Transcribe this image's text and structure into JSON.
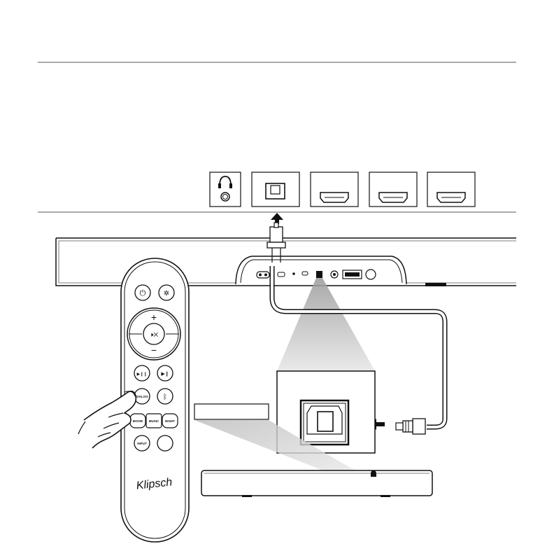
{
  "diagram": {
    "ports_panel": {
      "ports": [
        {
          "name": "headphone-jack-port",
          "icon": "headphone-icon"
        },
        {
          "name": "optical-input-port",
          "icon": "optical-port-icon"
        },
        {
          "name": "hdmi-port-1",
          "icon": "hdmi-icon"
        },
        {
          "name": "hdmi-port-2",
          "icon": "hdmi-icon"
        },
        {
          "name": "hdmi-port-3",
          "icon": "hdmi-icon"
        }
      ]
    },
    "remote": {
      "brand_script": "Klipsch",
      "buttons": {
        "plus": "+",
        "minus": "−",
        "movie": "MOVIE",
        "music": "MUSIC",
        "night": "NIGHT",
        "dialog": "DIALOG",
        "input": "INPUT",
        "mute": "🕨✕",
        "play_pause": "▶❙❙",
        "skip": "▶❙",
        "bluetooth": "ᛒ",
        "power": "⏻",
        "brightness": "✲"
      }
    },
    "label_box_text": ""
  }
}
